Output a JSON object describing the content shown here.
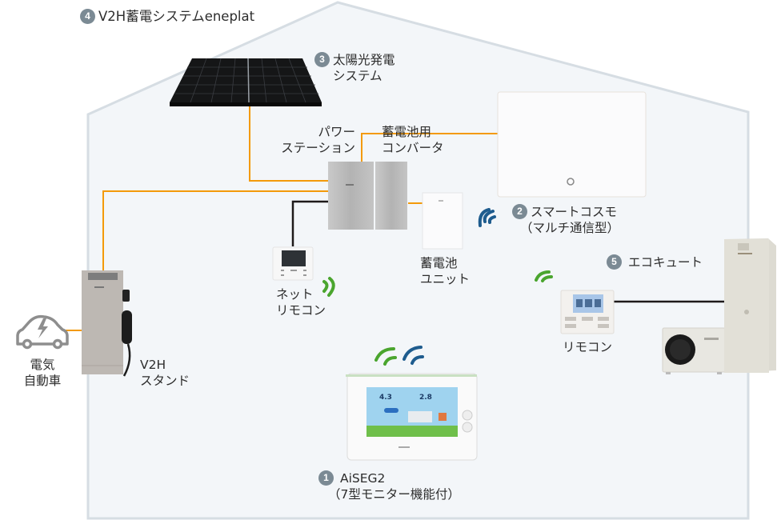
{
  "title": {
    "number": "4",
    "text": "V2H蓄電システムeneplat"
  },
  "colors": {
    "house_fill": "#f3f6f9",
    "house_stroke": "#d6dde3",
    "power_line": "#f39a0a",
    "signal_line": "#1e1a1a",
    "wifi_green": "#4aa52e",
    "wifi_blue": "#1e5c8e",
    "badge": "#7b8a94"
  },
  "components": {
    "solar": {
      "number": "3",
      "line1": "太陽光発電",
      "line2": "システム"
    },
    "power_station": {
      "line1": "パワー",
      "line2": "ステーション"
    },
    "battery_converter": {
      "line1": "蓄電池用",
      "line2": "コンバータ"
    },
    "battery_unit": {
      "line1": "蓄電池",
      "line2": "ユニット"
    },
    "smart_cosmo": {
      "number": "2",
      "line1": "スマートコスモ",
      "line2": "（マルチ通信型）"
    },
    "net_remote": {
      "line1": "ネット",
      "line2": "リモコン"
    },
    "ecocute": {
      "number": "5",
      "text": "エコキュート"
    },
    "ecocute_remote": {
      "text": "リモコン"
    },
    "v2h_stand": {
      "line1": "V2H",
      "line2": "スタンド"
    },
    "ev": {
      "line1": "電気",
      "line2": "自動車"
    },
    "aiseg": {
      "number": "1",
      "line1": "AiSEG2",
      "line2": "（7型モニター機能付）"
    }
  },
  "aiseg_screen": {
    "value_left": "4.3",
    "value_right": "2.8"
  }
}
